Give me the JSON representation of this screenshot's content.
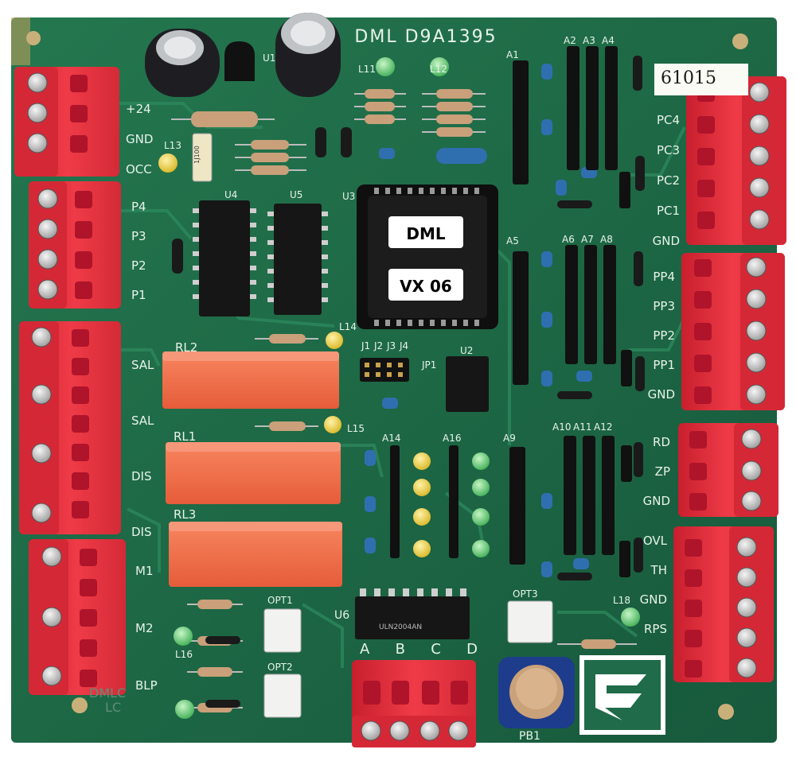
{
  "board": {
    "title": "DML D9A1395",
    "model_lines": [
      "DMLC",
      "LC"
    ],
    "handwritten_note": "61015",
    "colors": {
      "pcb": "#1f6b4a",
      "pcb_dark": "#155238",
      "connector": "#e8333f",
      "relay": "#f26f4c",
      "silkscreen": "#e8f3ea"
    }
  },
  "chip_labels": {
    "label1": "DML",
    "label2": "VX 06"
  },
  "left_terminals": {
    "block1": [
      "+24",
      "GND",
      "OCC"
    ],
    "block2": [
      "P4",
      "P3",
      "P2",
      "P1"
    ],
    "block3": [
      "SAL",
      "SAL",
      "DIS",
      "DIS"
    ],
    "block4": [
      "M1",
      "M2",
      "BLP"
    ]
  },
  "right_terminals": {
    "block1": [
      "PC4",
      "PC3",
      "PC2",
      "PC1",
      "GND"
    ],
    "block2": [
      "PP4",
      "PP3",
      "PP2",
      "PP1",
      "GND"
    ],
    "block3": [
      "RD",
      "ZP",
      "GND"
    ],
    "block4": [
      "OVL",
      "TH",
      "GND",
      "RPS"
    ]
  },
  "bottom_terminals": [
    "A",
    "B",
    "C",
    "D"
  ],
  "designators": {
    "u1": "U1",
    "u2": "U2",
    "u3": "U3",
    "u4": "U4",
    "u5": "U5",
    "u6": "U6",
    "l11": "L11",
    "l12": "L12",
    "l13": "L13",
    "l14": "L14",
    "l15": "L15",
    "l16": "L16",
    "l18": "L18",
    "rl1": "RL1",
    "rl2": "RL2",
    "rl3": "RL3",
    "opt1": "OPT1",
    "opt2": "OPT2",
    "opt3": "OPT3",
    "pb1": "PB1",
    "a1": "A1",
    "a2": "A2",
    "a3": "A3",
    "a4": "A4",
    "a5": "A5",
    "a6": "A6",
    "a7": "A7",
    "a8": "A8",
    "a9": "A9",
    "a10": "A10",
    "a11": "A11",
    "a12": "A12",
    "a14": "A14",
    "a16": "A16",
    "j1": "J1",
    "j2": "J2",
    "j3": "J3",
    "j4": "J4",
    "jp1": "JP1"
  },
  "component_text": {
    "u6_marking": "ULN2004AN",
    "resistor_marking": "1J100"
  },
  "scene": {
    "description_free": true
  }
}
